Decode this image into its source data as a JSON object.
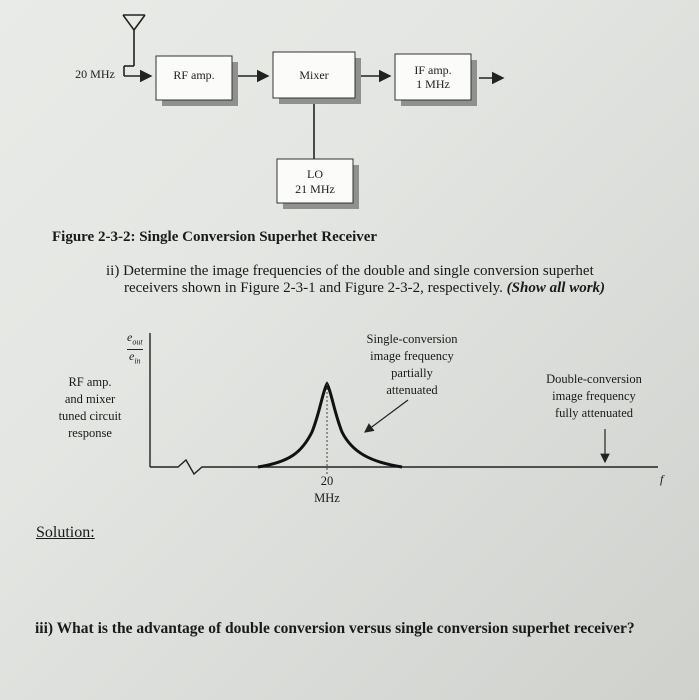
{
  "block_diagram": {
    "input_label": "20 MHz",
    "rf_amp": "RF amp.",
    "mixer": "Mixer",
    "if_amp_line1": "IF amp.",
    "if_amp_line2": "1 MHz",
    "lo_line1": "LO",
    "lo_line2": "21 MHz"
  },
  "figure_caption": "Figure 2-3-2: Single Conversion Superhet Receiver",
  "question_ii": {
    "line1": "ii) Determine the image frequencies of the double and single conversion superhet",
    "line2": "receivers shown in Figure 2-3-1 and Figure 2-3-2, respectively.",
    "line2_emphasis": "(Show all work)"
  },
  "response_graph": {
    "y_label_num": "e",
    "y_label_num_sub": "out",
    "y_label_den": "e",
    "y_label_den_sub": "in",
    "left_label": [
      "RF amp.",
      "and mixer",
      "tuned circuit",
      "response"
    ],
    "single_label": [
      "Single-conversion",
      "image frequency",
      "partially",
      "attenuated"
    ],
    "double_label": [
      "Double-conversion",
      "image frequency",
      "fully attenuated"
    ],
    "peak_label_line1": "20",
    "peak_label_line2": "MHz",
    "x_axis_label": "f"
  },
  "solution_label": "Solution:",
  "question_iii": "iii) What is the advantage of double conversion versus single conversion superhet receiver?"
}
